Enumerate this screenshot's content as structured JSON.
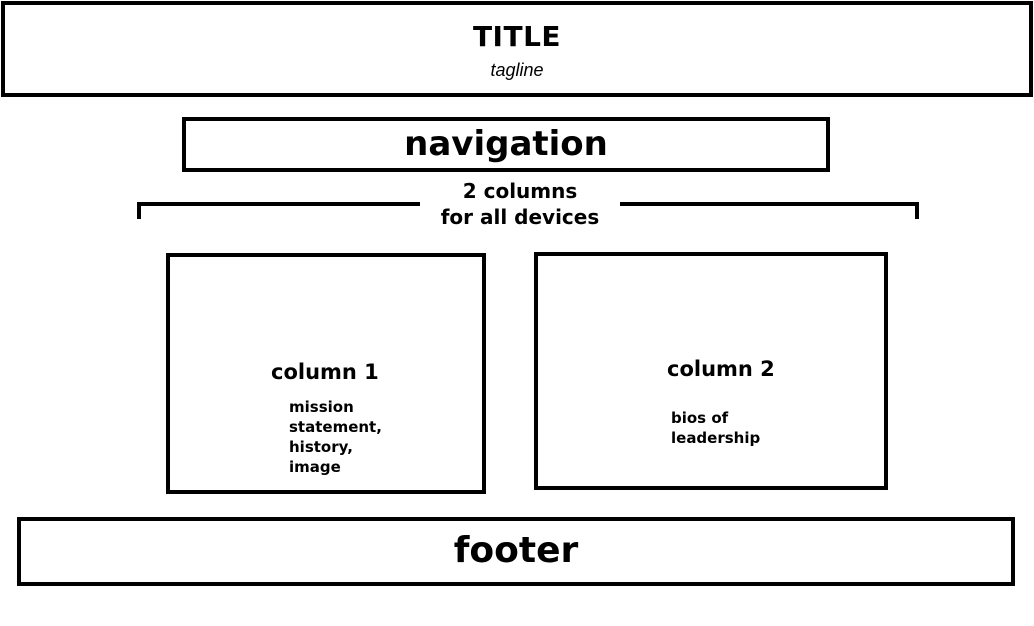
{
  "header": {
    "title": "TITLE",
    "tagline": "tagline"
  },
  "navigation": {
    "label": "navigation"
  },
  "layout_note": {
    "line1": "2 columns",
    "line2": "for all devices"
  },
  "columns": [
    {
      "title": "column 1",
      "description_lines": [
        "mission",
        "statement,",
        "history,",
        "image"
      ]
    },
    {
      "title": "column 2",
      "description_lines": [
        "bios of",
        "leadership"
      ]
    }
  ],
  "footer": {
    "label": "footer"
  },
  "colors": {
    "stroke": "#000000",
    "background": "#ffffff"
  }
}
